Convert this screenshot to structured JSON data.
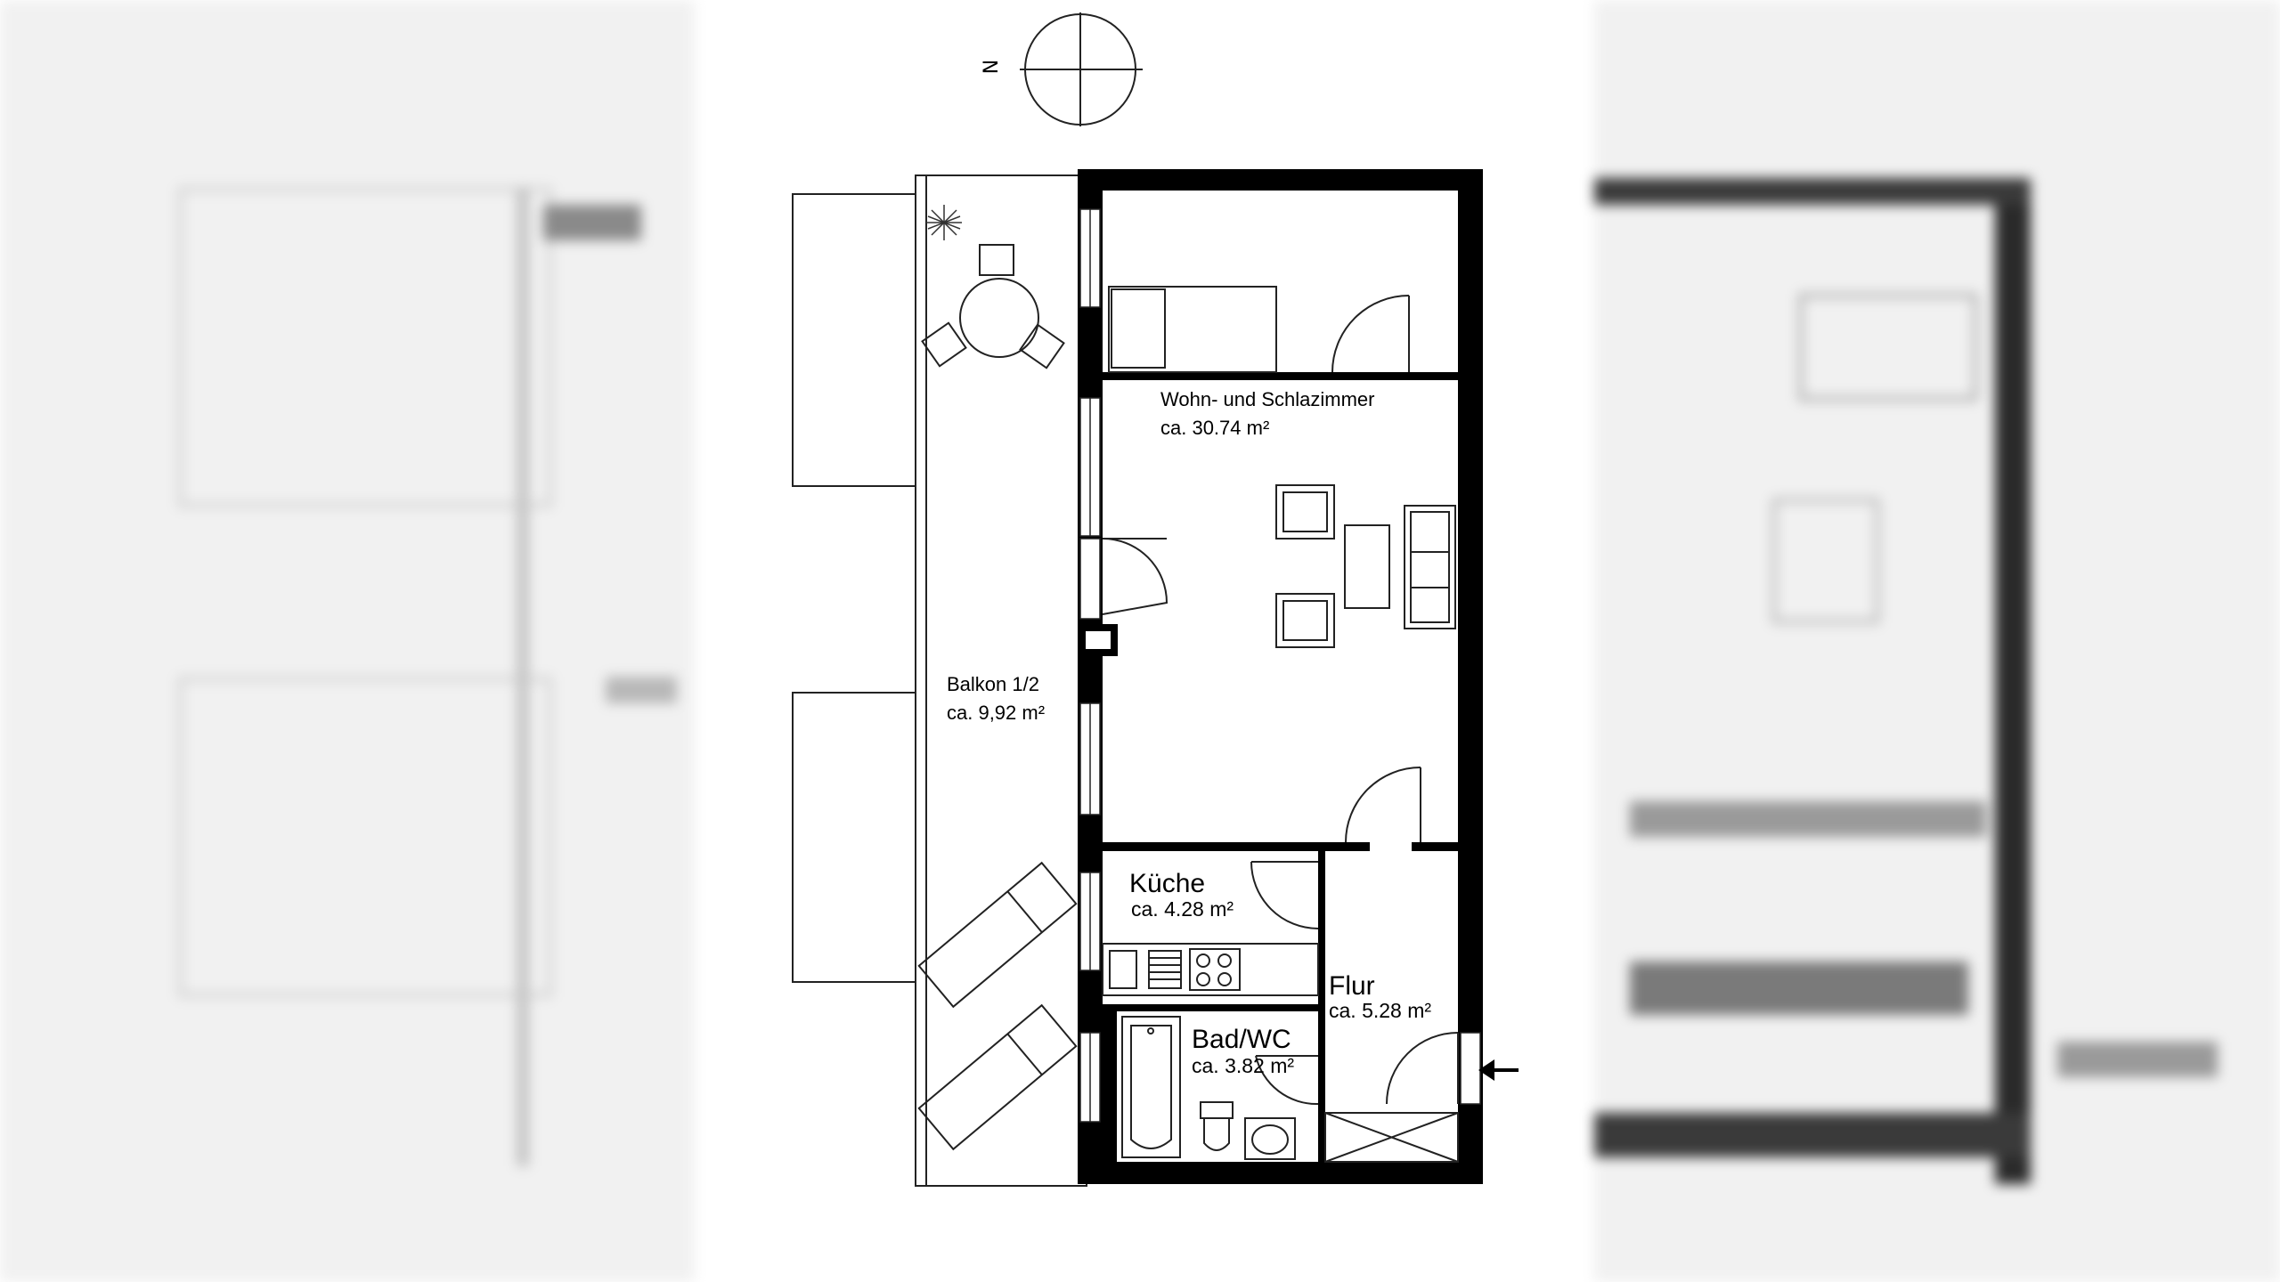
{
  "compass": {
    "north_label": "N"
  },
  "rooms": {
    "living": {
      "name": "Wohn- und Schlazimmer",
      "area": "ca. 30.74 m²"
    },
    "balcony": {
      "name": "Balkon 1/2",
      "area": "ca. 9,92 m²"
    },
    "kitchen": {
      "name": "Küche",
      "area": "ca. 4.28 m²"
    },
    "hall": {
      "name": "Flur",
      "area": "ca. 5.28 m²"
    },
    "bath": {
      "name": "Bad/WC",
      "area": "ca. 3.82 m²"
    }
  },
  "colors": {
    "wall": "#000000",
    "line": "#222222",
    "background": "#ffffff",
    "side_blur": "#f1f1f1"
  },
  "icons": [
    "compass-icon",
    "entrance-arrow-icon",
    "plant-icon"
  ]
}
